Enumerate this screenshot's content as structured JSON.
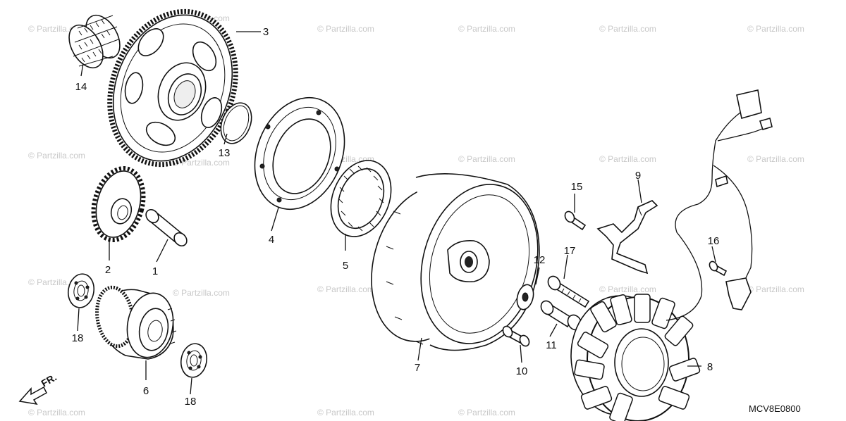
{
  "diagram": {
    "code": "MCV8E0800",
    "direction_label": "FR.",
    "watermark": "© Partzilla.com",
    "callouts": [
      "1",
      "2",
      "3",
      "4",
      "5",
      "6",
      "7",
      "8",
      "9",
      "10",
      "11",
      "12",
      "13",
      "14",
      "15",
      "16",
      "17",
      "18",
      "18"
    ]
  }
}
